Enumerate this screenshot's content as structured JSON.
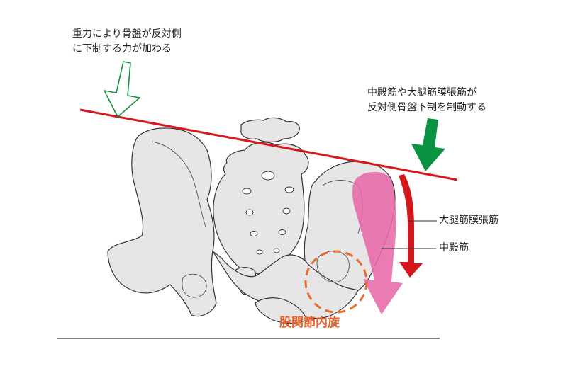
{
  "annotations": {
    "gravity_line1": "重力により骨盤が反対側",
    "gravity_line2": "に下制する力が加わる",
    "muscle_action_line1": "中殿筋や大腿筋膜張筋が",
    "muscle_action_line2": "反対側骨盤下制を制動する",
    "tfl_label": "大腿筋膜張筋",
    "gluteus_medius_label": "中殿筋",
    "hip_rotation_label": "股関節内旋"
  },
  "colors": {
    "tilt_line": "#d7191f",
    "green_arrow": "#0a9343",
    "outline_arrow": "#14933f",
    "tfl_arrow": "#d4161d",
    "gluteus_arrow": "#e76aa8",
    "hip_circle": "#ed6b2c",
    "bone_fill": "#e6e6e6",
    "bone_stroke": "#333333"
  }
}
